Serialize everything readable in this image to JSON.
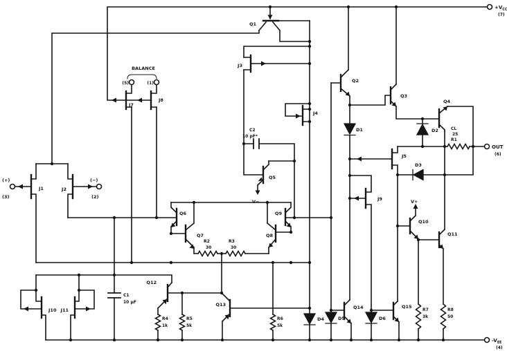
{
  "power": {
    "vcc": {
      "prefix": "+V",
      "sub": "CC",
      "pin": "(7)"
    },
    "vee": {
      "prefix": "-V",
      "sub": "EE",
      "pin": "(4)"
    },
    "v_plus": "V+",
    "v_minus": "V−"
  },
  "io": {
    "out": {
      "label": "OUT",
      "pin": "(6)"
    },
    "in_pos": {
      "label": "(+)",
      "pin": "(3)"
    },
    "in_neg": {
      "label": "(−)",
      "pin": "(2)"
    },
    "balance": {
      "label": "BALANCE",
      "pin_a": "(5)",
      "pin_b": "(1)"
    }
  },
  "transistors": {
    "q1": "Q1",
    "q2": "Q2",
    "q3": "Q3",
    "q4": "Q4",
    "q5": "Q5",
    "q6": "Q6",
    "q7": "Q7",
    "q8": "Q8",
    "q9": "Q9",
    "q10": "Q10",
    "q11": "Q11",
    "q12": "Q12",
    "q13": "Q13",
    "q14": "Q14",
    "q15": "Q15"
  },
  "jfets": {
    "j1": "J1",
    "j2": "J2",
    "j3": "J3",
    "j4": "J4",
    "j5": "J5",
    "j7": "J7",
    "j8": "J8",
    "j9": "J9",
    "j10": "J10",
    "j11": "J11"
  },
  "diodes": {
    "d1": "D1",
    "d2": "D2",
    "d3": "D3",
    "d4": "D4",
    "d5": "D5",
    "d6": "D6"
  },
  "resistors": {
    "r1": {
      "note": "CL",
      "value": "25",
      "name": "R1"
    },
    "r2": {
      "name": "R2",
      "value": "30"
    },
    "r3": {
      "name": "R3",
      "value": "30"
    },
    "r4": {
      "name": "R4",
      "value": "1k"
    },
    "r5": {
      "name": "R5",
      "value": "5k"
    },
    "r6": {
      "name": "R6",
      "value": "5k"
    },
    "r7": {
      "name": "R7",
      "value": "3k"
    },
    "r8": {
      "name": "R8",
      "value": "50"
    }
  },
  "capacitors": {
    "c1": {
      "name": "C1",
      "value": "10 µF"
    },
    "c2": {
      "name": "C2",
      "value": "10 pF*"
    }
  }
}
